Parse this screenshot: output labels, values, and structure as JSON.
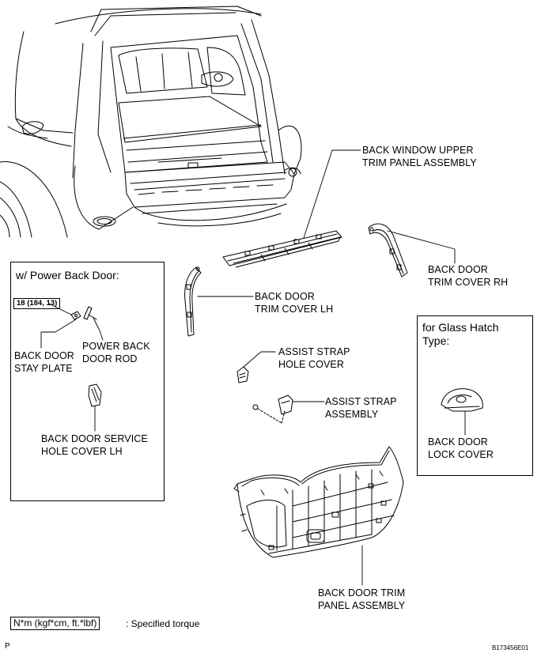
{
  "callouts": {
    "back_window_upper": [
      "BACK WINDOW UPPER",
      "TRIM PANEL ASSEMBLY"
    ],
    "back_door_trim_cover_rh": [
      "BACK DOOR",
      "TRIM COVER RH"
    ],
    "back_door_trim_cover_lh": [
      "BACK DOOR",
      "TRIM COVER LH"
    ],
    "assist_strap_hole_cover": [
      "ASSIST STRAP",
      "HOLE COVER"
    ],
    "assist_strap_assembly": [
      "ASSIST STRAP",
      "ASSEMBLY"
    ],
    "back_door_trim_panel": [
      "BACK DOOR TRIM",
      "PANEL ASSEMBLY"
    ]
  },
  "power_back_door_box": {
    "title": "w/ Power Back Door:",
    "torque": "18 (184, 13)",
    "stay_plate": [
      "BACK DOOR",
      "STAY PLATE"
    ],
    "power_rod": [
      "POWER BACK",
      "DOOR ROD"
    ],
    "service_hole_cover": [
      "BACK DOOR SERVICE",
      "HOLE COVER LH"
    ]
  },
  "glass_hatch_box": {
    "title": [
      "for Glass Hatch",
      "Type:"
    ],
    "lock_cover": [
      "BACK DOOR",
      "LOCK COVER"
    ]
  },
  "legend": {
    "key": "N*m (kgf*cm, ft.*lbf)",
    "text": ": Specified torque"
  },
  "footer": {
    "page_letter": "P",
    "figure_id": "B173456E01"
  }
}
